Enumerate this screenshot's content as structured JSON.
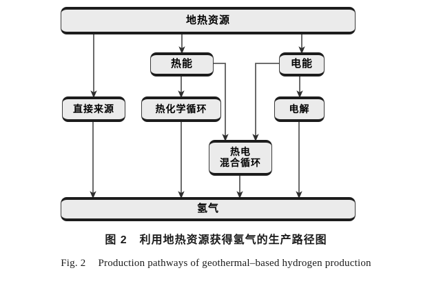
{
  "figure": {
    "nodes": {
      "geothermal": "地热资源",
      "thermal_energy": "热能",
      "electric_energy": "电能",
      "direct_source": "直接来源",
      "thermochemical_cycle": "热化学循环",
      "electrolysis": "电解",
      "hybrid_cycle_line1": "热电",
      "hybrid_cycle_line2": "混合循环",
      "hydrogen": "氢气"
    },
    "caption_cn_number": "图 2",
    "caption_cn_text": "利用地热资源获得氢气的生产路径图",
    "caption_en_number": "Fig. 2",
    "caption_en_text": "Production pathways of geothermal–based hydrogen production",
    "colors": {
      "box_fill": "#ebebeb",
      "box_edge": "#1c1c1c",
      "connector": "#4a4a4a",
      "background": "#ffffff",
      "text": "#000000"
    }
  },
  "chart_data": {
    "type": "diagram",
    "title": "图 2　利用地热资源获得氢气的生产路径图",
    "subtitle": "Fig. 2　Production pathways of geothermal–based hydrogen production",
    "nodes": [
      {
        "id": "geothermal",
        "label": "地热资源",
        "level": 0
      },
      {
        "id": "direct",
        "label": "直接来源",
        "level": 2
      },
      {
        "id": "thermal",
        "label": "热能",
        "level": 1
      },
      {
        "id": "electric",
        "label": "电能",
        "level": 1
      },
      {
        "id": "thermochem",
        "label": "热化学循环",
        "level": 2
      },
      {
        "id": "electrolysis",
        "label": "电解",
        "level": 2
      },
      {
        "id": "hybrid",
        "label": "热电混合循环",
        "level": 3
      },
      {
        "id": "hydrogen",
        "label": "氢气",
        "level": 4
      }
    ],
    "edges": [
      {
        "from": "geothermal",
        "to": "direct"
      },
      {
        "from": "geothermal",
        "to": "thermal"
      },
      {
        "from": "geothermal",
        "to": "electric"
      },
      {
        "from": "thermal",
        "to": "thermochem"
      },
      {
        "from": "thermal",
        "to": "hybrid"
      },
      {
        "from": "electric",
        "to": "electrolysis"
      },
      {
        "from": "electric",
        "to": "hybrid"
      },
      {
        "from": "direct",
        "to": "hydrogen"
      },
      {
        "from": "thermochem",
        "to": "hydrogen"
      },
      {
        "from": "hybrid",
        "to": "hydrogen"
      },
      {
        "from": "electrolysis",
        "to": "hydrogen"
      }
    ]
  }
}
